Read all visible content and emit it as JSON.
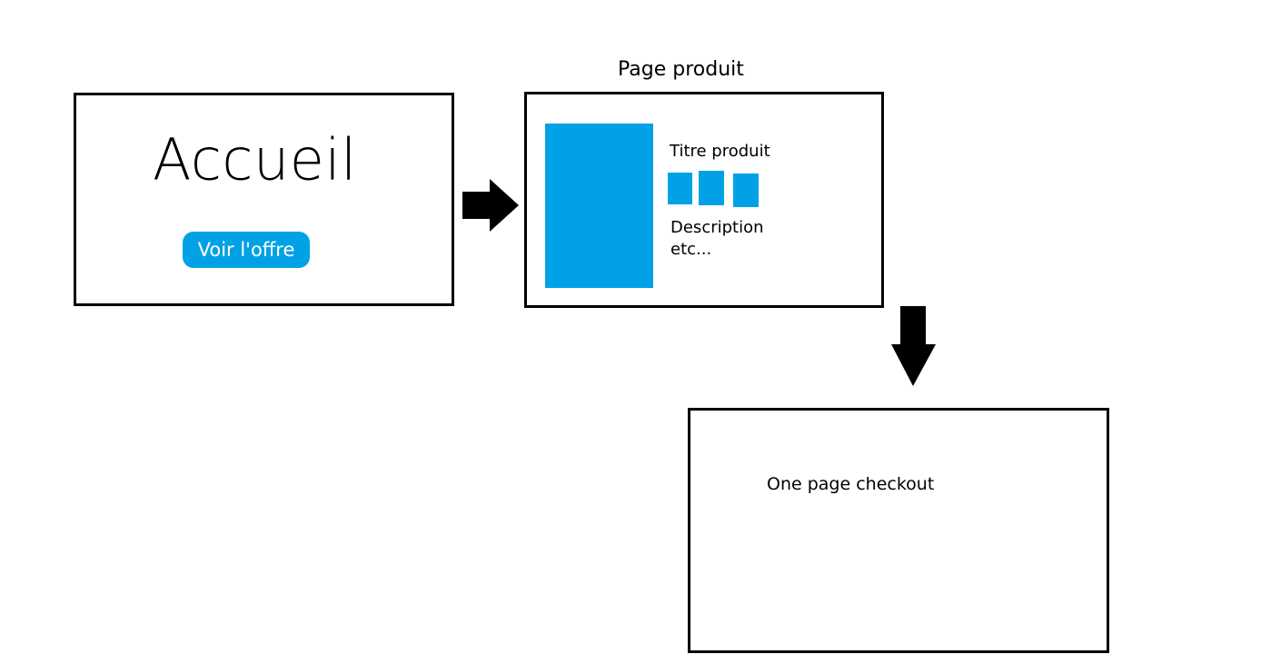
{
  "accueil": {
    "title": "Accueil",
    "button_label": "Voir l'offre"
  },
  "produit": {
    "page_label": "Page produit",
    "title": "Titre produit",
    "description_line1": "Description",
    "description_line2": "etc..."
  },
  "checkout": {
    "label": "One page checkout"
  },
  "colors": {
    "accent": "#00a2e5",
    "border": "#000000"
  }
}
